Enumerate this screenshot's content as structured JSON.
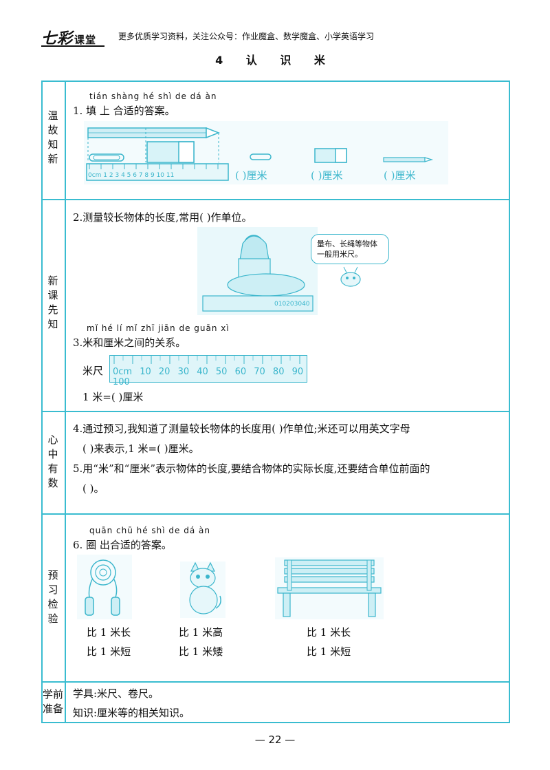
{
  "header": {
    "logo_main": "七彩",
    "logo_sub": "课堂",
    "promo": "更多优质学习资料，关注公众号：作业魔盒、数学魔盒、小学英语学习",
    "title": "4 认 识 米"
  },
  "sections": {
    "s1": "温故知新",
    "s2": "新课先知",
    "s3": "心中有数",
    "s4": "预习检验",
    "s5": "学前准备"
  },
  "q1": {
    "pinyin": "tián shàng hé shì de dá àn",
    "text": "1. 填 上 合适的答案。",
    "ruler_numbers": "0cm 1 2 3 4 5 6 7 8 9 10 11",
    "answer_unit": "厘米",
    "blank": "(      )"
  },
  "q2": {
    "text": "2.测量较长物体的长度,常用(        )作单位。",
    "bubble": "量布、长绳等物体一般用米尺。",
    "cloth_text": "010203040"
  },
  "q3": {
    "pinyin": "mǐ hé lí mǐ zhī jiān de guān xì",
    "text": "3.米和厘米之间的关系。",
    "ruler_label": "米尺",
    "ruler_numbers": "0cm 10 20 30 40 50 60 70 80 90 100",
    "answer": "1 米=(          )厘米"
  },
  "q4": {
    "line1": "4.通过预习,我知道了测量较长物体的长度用(          )作单位;米还可以用英文字母",
    "line2": "(          )来表示,1 米=(          )厘米。"
  },
  "q5": {
    "line1": "5.用“米”和“厘米”表示物体的长度,要结合物体的实际长度,还要结合单位前面的",
    "line2": "(          )。"
  },
  "q6": {
    "pinyin": "quān chū hé shì de dá àn",
    "text": "6. 圈 出合适的答案。",
    "rope": [
      "比 1 米长",
      "比 1 米短"
    ],
    "cat": [
      "比 1 米高",
      "比 1 米矮"
    ],
    "bench": [
      "比 1 米长",
      "比 1 米短"
    ]
  },
  "prep": {
    "tools": "学具:米尺、卷尺。",
    "knowledge": "知识:厘米等的相关知识。"
  },
  "footer": {
    "page": "— 22 —"
  },
  "colors": {
    "accent": "#39bcd0"
  }
}
